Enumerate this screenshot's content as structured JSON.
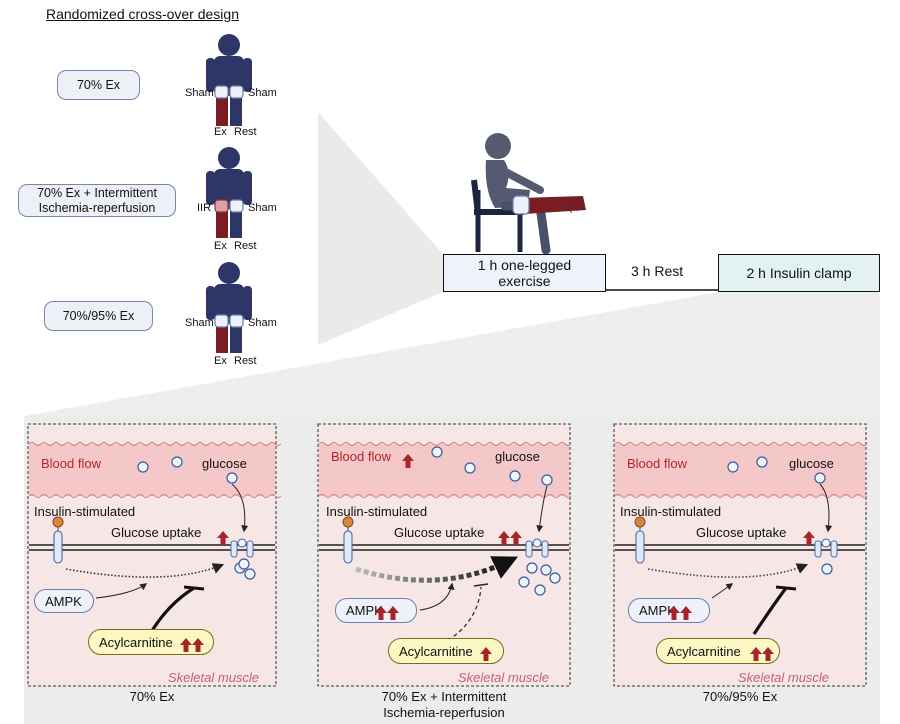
{
  "design": {
    "title": "Randomized cross-over design",
    "conditions": [
      {
        "label_lines": [
          "70% Ex"
        ],
        "left_leg": "Sham",
        "right_leg": "Sham",
        "bottom_left": "Ex",
        "bottom_right": "Rest"
      },
      {
        "label_lines": [
          "70% Ex + Intermittent",
          "Ischemia-reperfusion"
        ],
        "left_leg": "IIR",
        "right_leg": "Sham",
        "bottom_left": "Ex",
        "bottom_right": "Rest"
      },
      {
        "label_lines": [
          "70%/95% Ex"
        ],
        "left_leg": "Sham",
        "right_leg": "Sham",
        "bottom_left": "Ex",
        "bottom_right": "Rest"
      }
    ]
  },
  "timeline": {
    "exercise_lines": [
      "1 h one-legged",
      "exercise"
    ],
    "rest": "3 h Rest",
    "clamp": "2 h Insulin clamp"
  },
  "panels": [
    {
      "blood_flow": "Blood flow",
      "blood_flow_arrows": 0,
      "glucose": "glucose",
      "insulin": "Insulin-stimulated",
      "uptake": "Glucose uptake",
      "uptake_arrows": 1,
      "ampk": "AMPK",
      "ampk_arrows": 0,
      "acyl": "Acylcarnitine",
      "acyl_arrows": 2,
      "muscle": "Skeletal muscle",
      "caption_lines": [
        "70% Ex"
      ]
    },
    {
      "blood_flow": "Blood flow",
      "blood_flow_arrows": 1,
      "glucose": "glucose",
      "insulin": "Insulin-stimulated",
      "uptake": "Glucose uptake",
      "uptake_arrows": 2,
      "ampk": "AMPK",
      "ampk_arrows": 2,
      "acyl": "Acylcarnitine",
      "acyl_arrows": 1,
      "muscle": "Skeletal muscle",
      "caption_lines": [
        "70% Ex + Intermittent",
        "Ischemia-reperfusion"
      ]
    },
    {
      "blood_flow": "Blood flow",
      "blood_flow_arrows": 0,
      "glucose": "glucose",
      "insulin": "Insulin-stimulated",
      "uptake": "Glucose uptake",
      "uptake_arrows": 1,
      "ampk": "AMPK",
      "ampk_arrows": 2,
      "acyl": "Acylcarnitine",
      "acyl_arrows": 2,
      "muscle": "Skeletal muscle",
      "caption_lines": [
        "70%/95% Ex"
      ]
    }
  ],
  "colors": {
    "figure_navy": "#2e3567",
    "exercise_leg": "#7a1d22",
    "up_arrow": "#a8242b",
    "blood_band": "#f4c8c8",
    "muscle_bg": "#f7e6e6",
    "timeline_box": "#eef3fb",
    "clamp_box": "#e3f1f3"
  },
  "icons": [
    "person-figure-icon",
    "seated-exerciser-icon",
    "glucose-molecule-icon",
    "receptor-icon",
    "glut4-transporter-icon",
    "up-arrow-icon"
  ]
}
